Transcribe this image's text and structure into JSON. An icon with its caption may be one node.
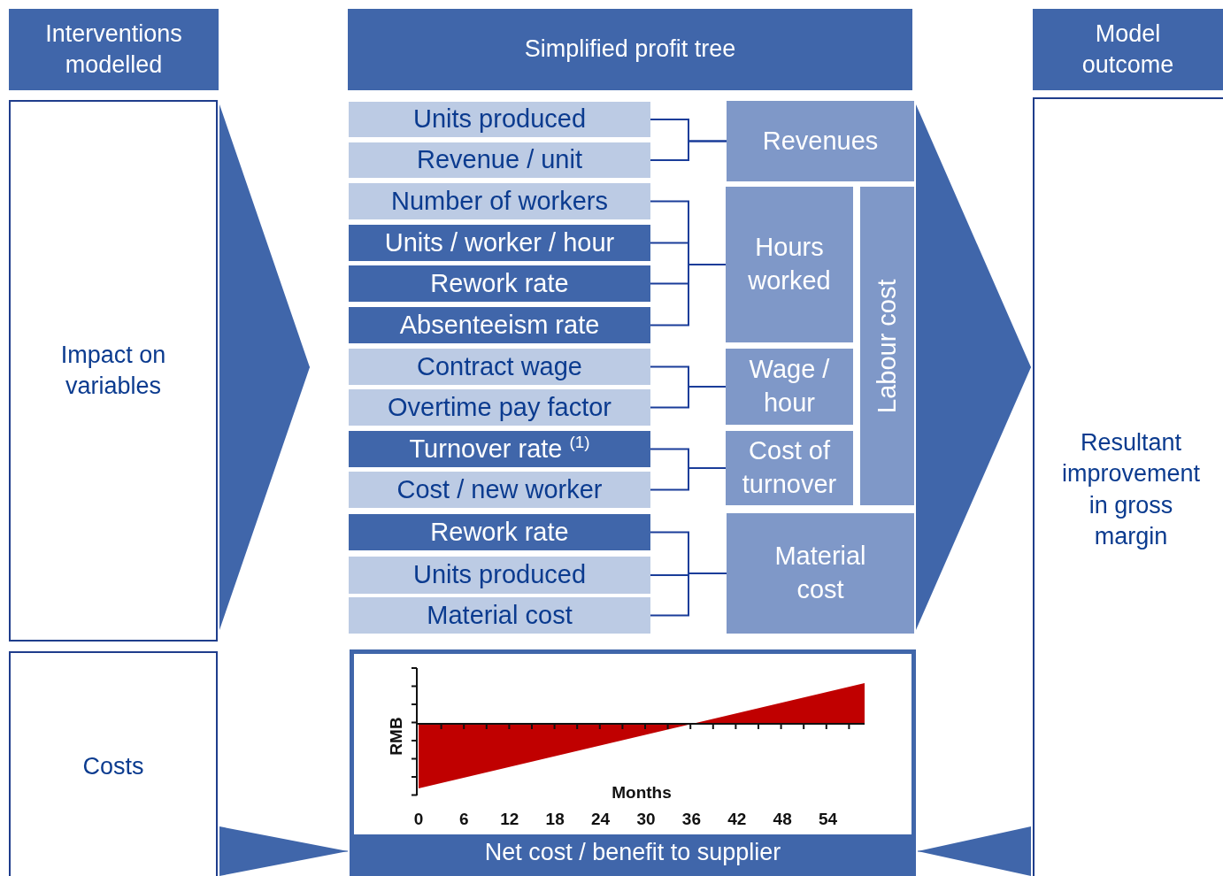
{
  "diagram": {
    "nodes": [
      {
        "text": [
          "Interventions modelled"
        ]
      },
      {
        "text": [
          "Simplified profit tree"
        ]
      },
      {
        "text": [
          "Model outcome"
        ]
      },
      {
        "text": [
          "Impact on variables"
        ]
      },
      {
        "text": [
          "Units produced"
        ]
      },
      {
        "text": [
          "Revenue / unit"
        ]
      },
      {
        "text": [
          "Revenues"
        ]
      },
      {
        "text": [
          "Number of workers"
        ]
      },
      {
        "text": [
          "Units / worker / hour"
        ]
      },
      {
        "text": [
          "Rework rate"
        ]
      },
      {
        "text": [
          "Absenteeism rate"
        ]
      },
      {
        "text": [
          "Hours worked"
        ]
      },
      {
        "text": [
          "Labour cost"
        ]
      },
      {
        "text": [
          "Contract wage"
        ]
      },
      {
        "text": [
          "Overtime pay factor"
        ]
      },
      {
        "text": [
          "Wage / hour"
        ]
      },
      {
        "text": [
          "Turnover rate $^{(1)}$"
        ]
      },
      {
        "text": [
          "Cost / new worker"
        ]
      },
      {
        "text": [
          "Cost of turnover"
        ]
      },
      {
        "text": [
          "Rework rate"
        ]
      },
      {
        "text": [
          "Units produced"
        ]
      },
      {
        "text": [
          "Material cost"
        ]
      },
      {
        "text": [
          "Material cost"
        ]
      },
      {
        "text": [
          "Resultant improvement in gross margin"
        ]
      },
      {
        "text": [
          "Costs"
        ]
      },
      {
        "text": [
          "Net cost / benefit to supplier"
        ]
      }
    ],
    "edges": [
      {
        "from": 3,
        "to": null,
        "arrow": "to",
        "color": "#4066aa"
      },
      {
        "from": 12,
        "to": 23,
        "arrow": "to",
        "color": "#4066aa"
      },
      {
        "from": 24,
        "to": 25,
        "arrow": "to",
        "color": "#4066aa"
      },
      {
        "from": 23,
        "to": 25,
        "arrow": "to",
        "color": "#4066aa"
      },
      {
        "from": 4,
        "to": 6,
        "arrow": "none"
      },
      {
        "from": 5,
        "to": 6,
        "arrow": "none"
      },
      {
        "from": 7,
        "to": 11,
        "arrow": "none"
      },
      {
        "from": 8,
        "to": 11,
        "arrow": "none"
      },
      {
        "from": 9,
        "to": 11,
        "arrow": "none"
      },
      {
        "from": 10,
        "to": 11,
        "arrow": "none"
      },
      {
        "from": 13,
        "to": 15,
        "arrow": "none"
      },
      {
        "from": 14,
        "to": 15,
        "arrow": "none"
      },
      {
        "from": 16,
        "to": 18,
        "arrow": "none"
      },
      {
        "from": 17,
        "to": 18,
        "arrow": "none"
      },
      {
        "from": 19,
        "to": 22,
        "arrow": "none"
      },
      {
        "from": 20,
        "to": 22,
        "arrow": "none"
      },
      {
        "from": 21,
        "to": 22,
        "arrow": "none"
      }
    ],
    "labels": [
      "RMB",
      "Months",
      "0",
      "6",
      "12",
      "18",
      "24",
      "30",
      "36",
      "42",
      "48",
      "54"
    ]
  }
}
